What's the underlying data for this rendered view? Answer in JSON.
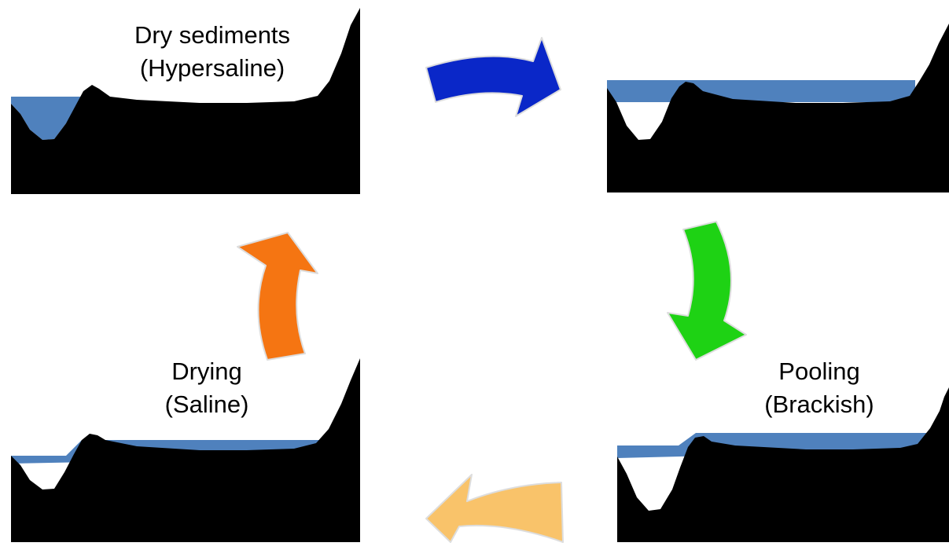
{
  "colors": {
    "water": "#4f81bd",
    "ground": "#000000",
    "arrow_blue": "#0a27c8",
    "arrow_green": "#1ed214",
    "arrow_orange": "#f57512",
    "arrow_yellow": "#f9c36a"
  },
  "stages": [
    {
      "id": "dry",
      "line1": "Dry sediments",
      "line2": "(Hypersaline)"
    },
    {
      "id": "flooded",
      "line1": "",
      "line2": ""
    },
    {
      "id": "pooling",
      "line1": "Pooling",
      "line2": "(Brackish)"
    },
    {
      "id": "drying",
      "line1": "Drying",
      "line2": "(Saline)"
    }
  ]
}
